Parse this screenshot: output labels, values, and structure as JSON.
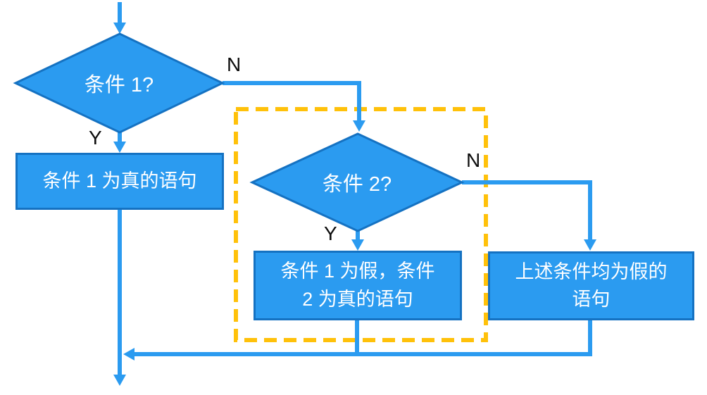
{
  "diagram": {
    "type": "flowchart",
    "language": "zh-CN",
    "topic": "if / else-if / else 条件分支流程"
  },
  "colors": {
    "node_fill": "#2b9bf0",
    "node_border": "#1572c2",
    "connector": "#2b9bf0",
    "group_dashed_border": "#ffc10a",
    "node_text": "#ffffff",
    "branch_label_text": "#0d0d0d",
    "background": "#ffffff"
  },
  "nodes": {
    "decision1": {
      "label": "条件 1?",
      "shape": "diamond"
    },
    "decision2": {
      "label": "条件 2?",
      "shape": "diamond"
    },
    "process_true1": {
      "label": "条件 1 为真的语句",
      "shape": "rectangle"
    },
    "process_true2": {
      "label": "条件 1 为假，条件\n2 为真的语句",
      "shape": "rectangle"
    },
    "process_all_false": {
      "label": "上述条件均为假的\n语句",
      "shape": "rectangle"
    }
  },
  "branch_labels": {
    "decision1_no": "N",
    "decision1_yes": "Y",
    "decision2_no": "N",
    "decision2_yes": "Y"
  }
}
